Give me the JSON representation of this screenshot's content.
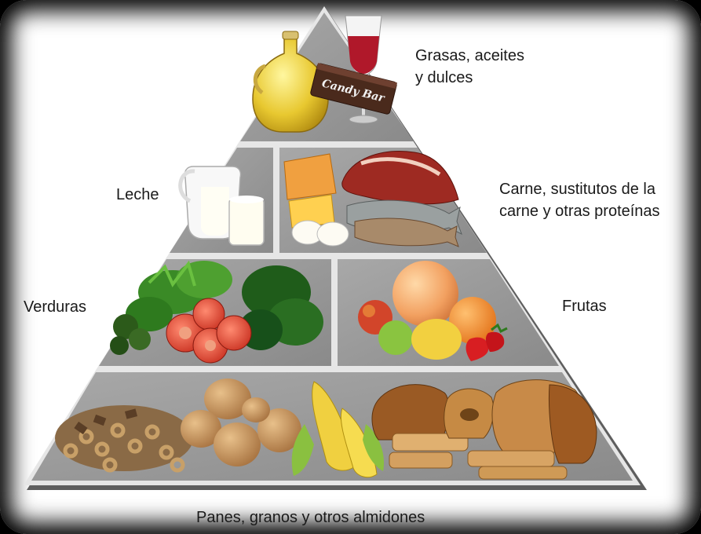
{
  "title": "",
  "groups": {
    "fats": {
      "label": "Grasas, aceites\ny dulces",
      "candy_text": "Candy Bar"
    },
    "milk": {
      "label": "Leche"
    },
    "meat": {
      "label": "Carne, sustitutos de la\ncarne y otras proteínas"
    },
    "vegetables": {
      "label": "Verduras"
    },
    "fruits": {
      "label": "Frutas"
    },
    "grains": {
      "label": "Panes, granos y otros almidones"
    }
  },
  "colors": {
    "pyramid_face": "#9a9a9a",
    "pyramid_frame": "#e6e6e6",
    "pyramid_shadow": "#5e5e5e"
  }
}
